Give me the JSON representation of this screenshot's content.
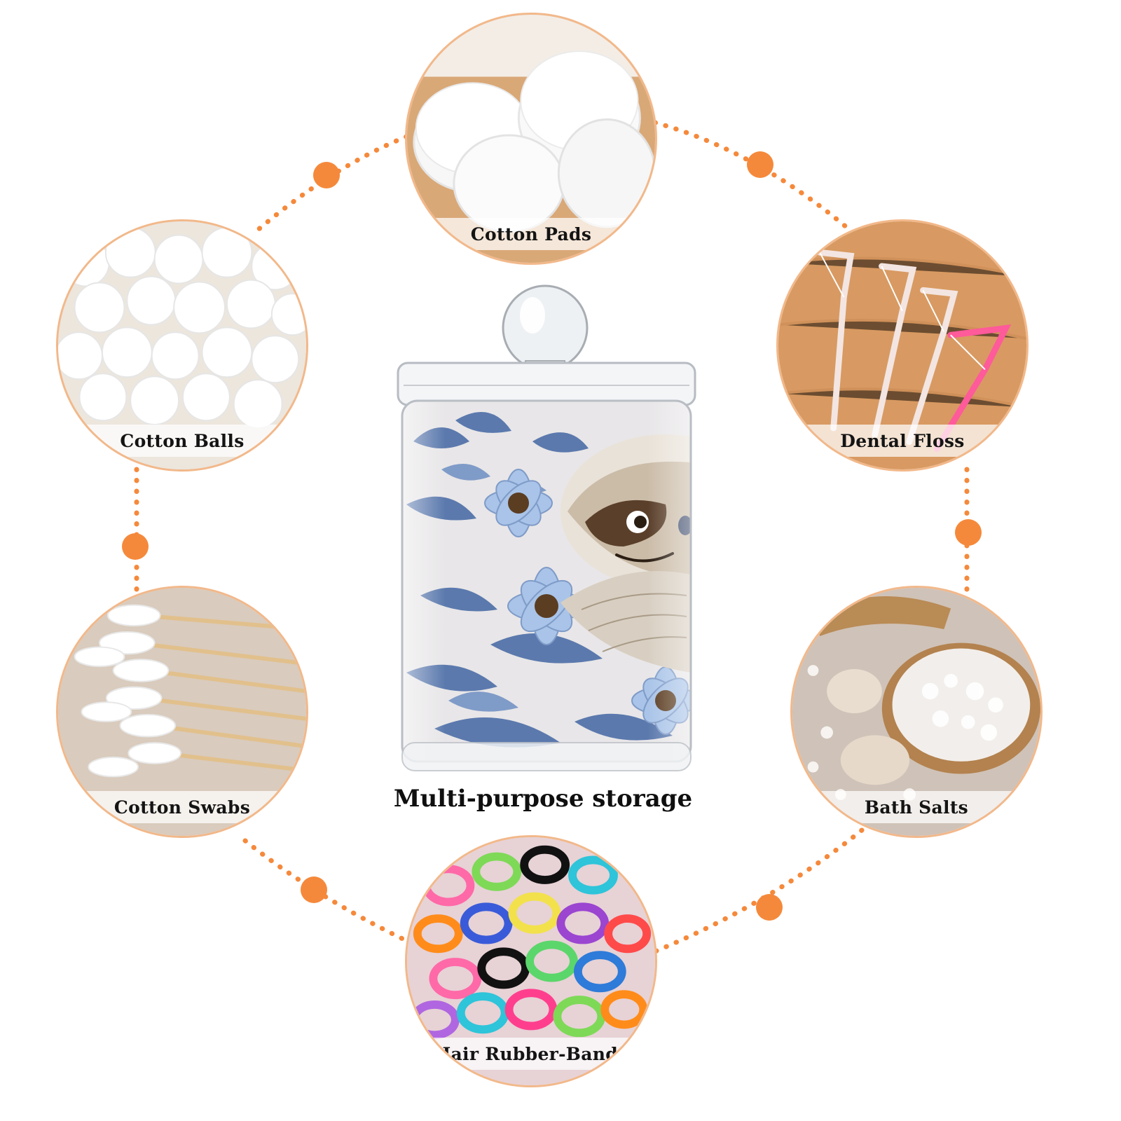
{
  "caption": "Multi-purpose storage",
  "items": {
    "cotton_pads": "Cotton Pads",
    "cotton_balls": "Cotton Balls",
    "dental_floss": "Dental Floss",
    "cotton_swabs": "Cotton Swabs",
    "bath_salts": "Bath Salts",
    "hair_bands": "Hair Rubber-Bands"
  },
  "colors": {
    "accent_orange": "#f5893b",
    "ring_border": "#f2b88a",
    "jar_blue": "#5b79ad",
    "caption_text": "#0f0f0f"
  },
  "icons": {
    "product": "storage-jar-with-sloth-print",
    "connector": "orange-dot"
  }
}
